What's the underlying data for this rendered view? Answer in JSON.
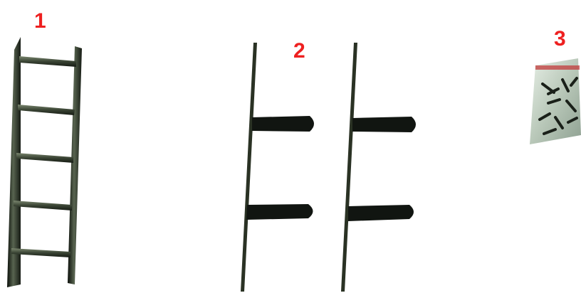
{
  "labels": {
    "item1": "1",
    "item2": "2",
    "item3": "3"
  },
  "colors": {
    "label": "#ee2020",
    "frame": "#2a3224",
    "bracket": "#111511"
  }
}
